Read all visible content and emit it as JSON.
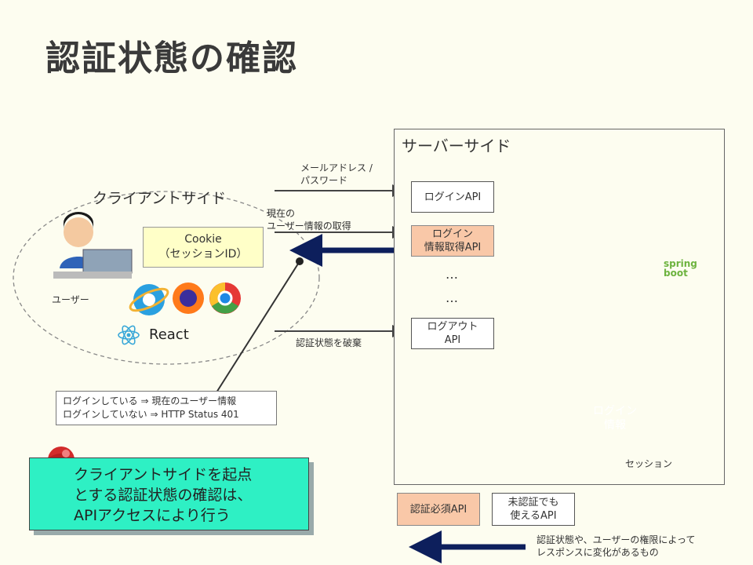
{
  "title": "認証状態の確認",
  "server": {
    "title": "サーバーサイド",
    "apis": {
      "login": "ログインAPI",
      "info_line1": "ログイン",
      "info_line2": "情報取得API",
      "logout_line1": "ログアウト",
      "logout_line2": "API",
      "dots": "…"
    },
    "session_label_line1": "ログイン",
    "session_label_line2": "情報",
    "session_caption": "セッション",
    "spring_boot_line1": "spring",
    "spring_boot_line2": "boot"
  },
  "client": {
    "title": "クライアントサイド",
    "user_label": "ユーザー",
    "cookie_line1": "Cookie",
    "cookie_line2": "（セッションID）",
    "react_label": "React"
  },
  "arrows": {
    "login_line1": "メールアドレス /",
    "login_line2": "パスワード",
    "info_line1": "現在の",
    "info_line2": "ユーザー情報の取得",
    "logout": "認証状態を破棄"
  },
  "callout": {
    "line1": "ログインしている ⇒ 現在のユーザー情報",
    "line2": "ログインしていない ⇒ HTTP Status 401"
  },
  "note": {
    "line1": "クライアントサイドを起点",
    "line2": "とする認証状態の確認は、",
    "line3": "APIアクセスにより行う"
  },
  "legend": {
    "auth_required": "認証必須API",
    "unauth_line1": "未認証でも",
    "unauth_line2": "使えるAPI",
    "arrow_line1": "認証状態や、ユーザーの権限によって",
    "arrow_line2": "レスポンスに変化があるもの"
  },
  "colors": {
    "background": "#fdfdf0",
    "auth_required": "#f9c8a8",
    "cookie": "#ffffc8",
    "note": "#2ef0c4",
    "navy_arrow": "#0d1f5c",
    "session_db": "#f3d6df",
    "session_oval": "#ee3a3a"
  }
}
